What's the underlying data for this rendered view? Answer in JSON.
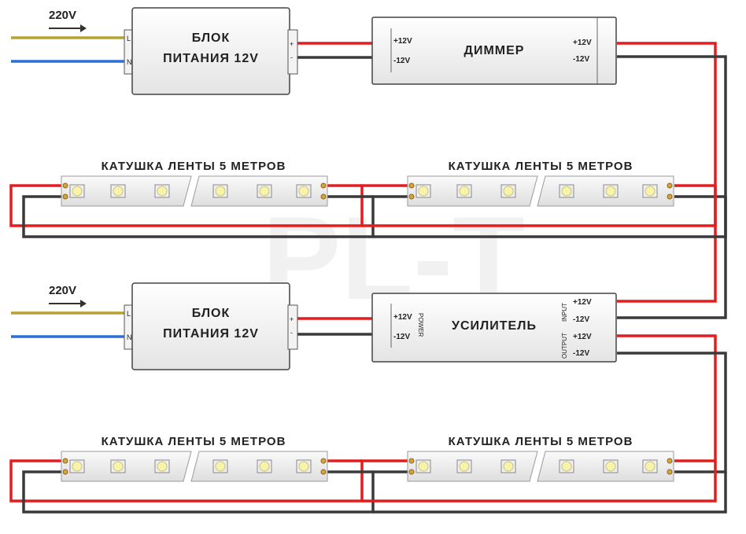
{
  "mains_label": "220V",
  "psu": {
    "line1": "БЛОК",
    "line2": "ПИТАНИЯ 12V",
    "terminal_l": "L",
    "terminal_n": "N",
    "terminal_plus": "+",
    "terminal_minus": "-"
  },
  "dimmer": {
    "title": "ДИММЕР",
    "in_plus": "+12V",
    "in_minus": "-12V",
    "out_plus": "+12V",
    "out_minus": "-12V"
  },
  "amplifier": {
    "title": "УСИЛИТЕЛЬ",
    "power_label": "POWER",
    "input_label": "INPUT",
    "output_label": "OUTPUT",
    "power_plus": "+12V",
    "power_minus": "-12V",
    "input_plus": "+12V",
    "input_minus": "-12V",
    "output_plus": "+12V",
    "output_minus": "-12V"
  },
  "strip_label": "КАТУШКА ЛЕНТЫ 5 МЕТРОВ",
  "watermark": "PL-T",
  "colors": {
    "positive_wire": "#e31d1d",
    "negative_wire": "#3a3a3a",
    "live_wire": "#b8a12e",
    "neutral_wire": "#2a6fd6",
    "led_yellow": "#f7f3a8"
  }
}
